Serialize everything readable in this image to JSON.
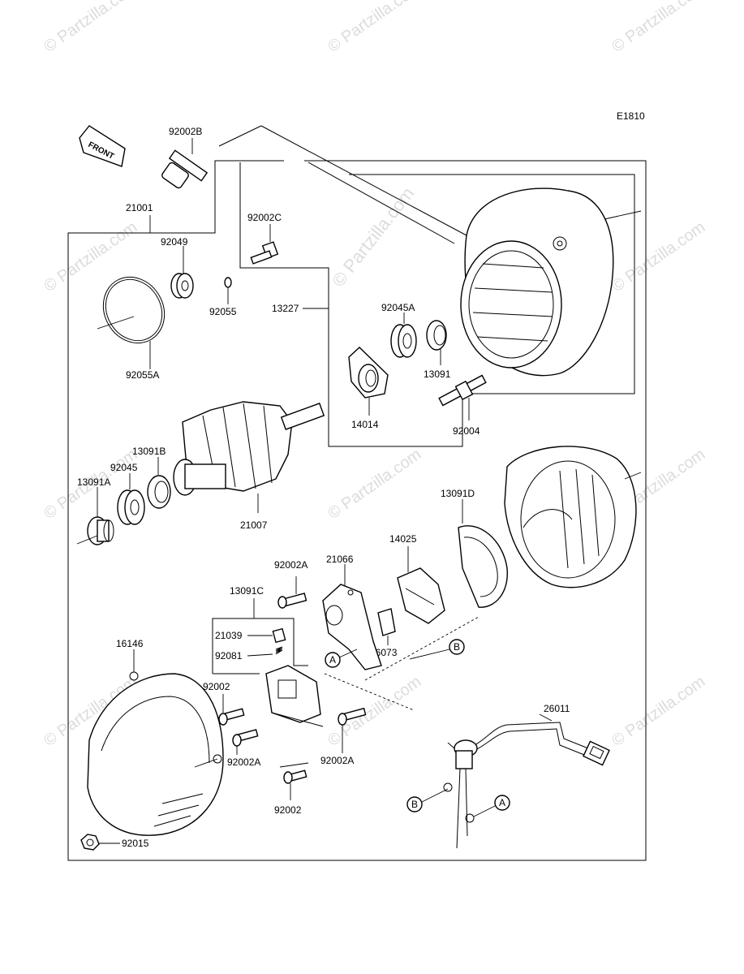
{
  "diagram_code": "E1810",
  "front_label": "FRONT",
  "watermark": {
    "center": "© Partzilla.com",
    "tile": "© Partzilla.com"
  },
  "callout_a": "A",
  "callout_b": "B",
  "labels": {
    "p92002B": "92002B",
    "p21001": "21001",
    "p92049": "92049",
    "p92002C": "92002C",
    "p92055": "92055",
    "p92055A": "92055A",
    "p13227": "13227",
    "p92045A": "92045A",
    "p13091": "13091",
    "p14014": "14014",
    "p92004": "92004",
    "p13091B": "13091B",
    "p92045": "92045",
    "p13091A": "13091A",
    "p21007": "21007",
    "p13091D": "13091D",
    "p14025": "14025",
    "p92002A_top": "92002A",
    "p21066": "21066",
    "p13091C": "13091C",
    "p21039": "21039",
    "p92081": "92081",
    "p16073": "16073",
    "p16146": "16146",
    "p92002_left": "92002",
    "p92002A_left": "92002A",
    "p92002A_right": "92002A",
    "p92002_bottom": "92002",
    "p92015": "92015",
    "p26011": "26011"
  }
}
